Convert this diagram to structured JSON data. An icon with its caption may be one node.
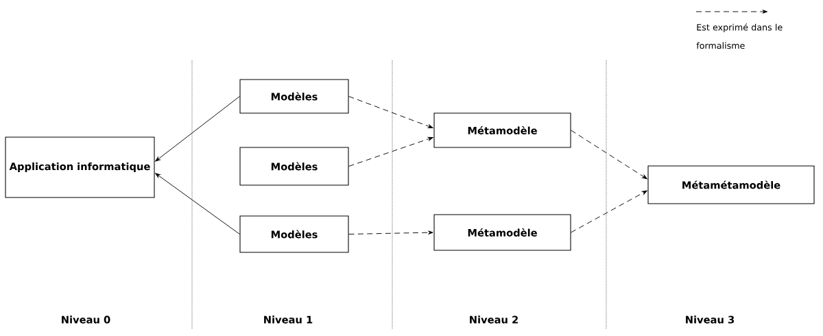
{
  "diagram": {
    "nodes": [
      {
        "text": [
          "Application informatique"
        ]
      },
      {
        "text": [
          "Modèles"
        ]
      },
      {
        "text": [
          "Modèles"
        ]
      },
      {
        "text": [
          "Modèles"
        ]
      },
      {
        "text": [
          "Métamodèle"
        ]
      },
      {
        "text": [
          "Métamodèle"
        ]
      },
      {
        "text": [
          "Métamétamodèle"
        ]
      }
    ],
    "edges": [
      {
        "from": 1,
        "to": 0,
        "arrow": "to"
      },
      {
        "from": 3,
        "to": 0,
        "arrow": "to"
      },
      {
        "from": 1,
        "to": 4,
        "arrow": "to",
        "style": "dashed"
      },
      {
        "from": 2,
        "to": 4,
        "arrow": "to",
        "style": "dashed"
      },
      {
        "from": 3,
        "to": 5,
        "arrow": "to",
        "style": "dashed"
      },
      {
        "from": 4,
        "to": 6,
        "arrow": "to",
        "style": "dashed"
      },
      {
        "from": 5,
        "to": 6,
        "arrow": "to",
        "style": "dashed"
      }
    ],
    "labels": [
      "Niveau 0",
      "Niveau 1",
      "Niveau 2",
      "Niveau 3"
    ],
    "legend": [
      {
        "text": "Est exprimé dans le formalisme"
      }
    ]
  }
}
